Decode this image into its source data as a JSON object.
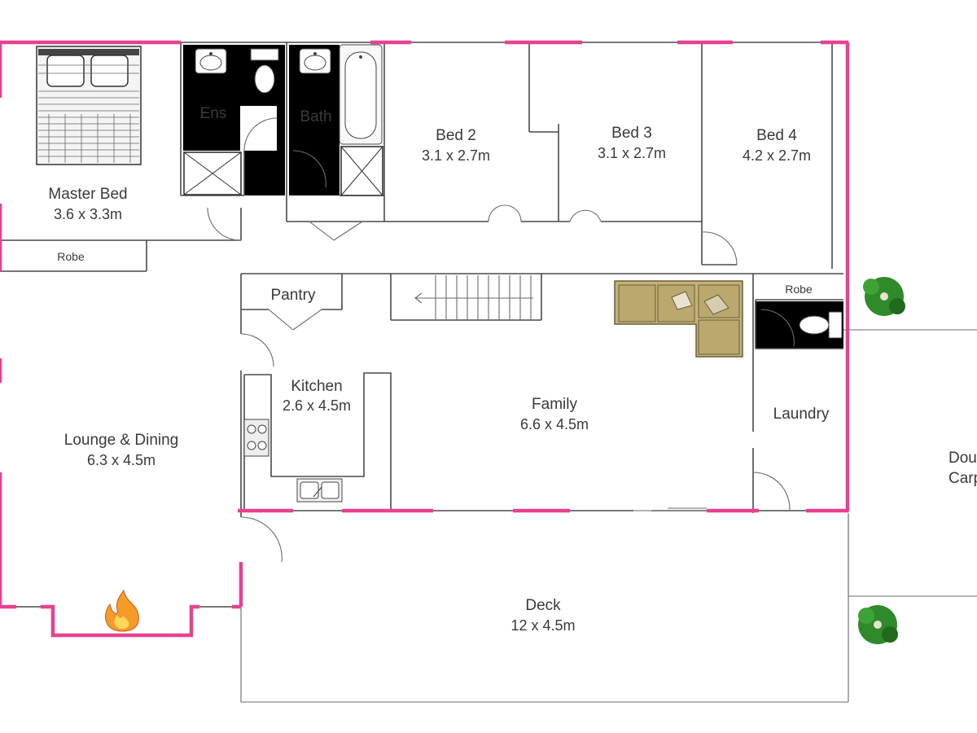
{
  "colors": {
    "exterior_wall": "#e8418f",
    "wet_area": "#33ddee",
    "wall": "#4a4a4a",
    "sofa": "#c4b27a",
    "tree": "#2f8a2a"
  },
  "rooms": {
    "master_bed": {
      "name": "Master Bed",
      "size": "3.6 x 3.3m"
    },
    "robe_master": {
      "name": "Robe"
    },
    "ensuite": {
      "name": "Ens"
    },
    "bath": {
      "name": "Bath"
    },
    "bed2": {
      "name": "Bed 2",
      "size": "3.1 x 2.7m"
    },
    "bed3": {
      "name": "Bed 3",
      "size": "3.1 x 2.7m"
    },
    "bed4": {
      "name": "Bed 4",
      "size": "4.2 x 2.7m"
    },
    "robe_laundry": {
      "name": "Robe"
    },
    "pantry": {
      "name": "Pantry"
    },
    "kitchen": {
      "name": "Kitchen",
      "size": "2.6 x 4.5m"
    },
    "family": {
      "name": "Family",
      "size": "6.6 x 4.5m"
    },
    "laundry": {
      "name": "Laundry"
    },
    "lounge_dining": {
      "name": "Lounge & Dining",
      "size": "6.3 x 4.5m"
    },
    "deck": {
      "name": "Deck",
      "size": "12 x 4.5m"
    },
    "carport": {
      "line1": "Dou",
      "line2": "Carp"
    }
  },
  "icons": {
    "bed": "bed-icon",
    "fireplace": "fire-icon",
    "sofa": "sofa-icon",
    "stairs": "stairs-icon",
    "stove": "cooktop-icon",
    "sink": "sink-icon",
    "toilet": "toilet-icon",
    "bathtub": "bathtub-icon",
    "shower": "shower-icon",
    "tree": "tree-icon"
  }
}
